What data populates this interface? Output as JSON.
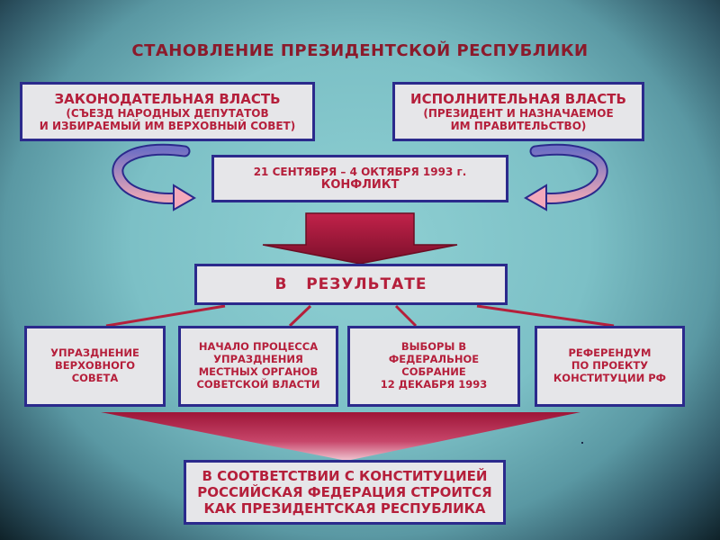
{
  "title": "СТАНОВЛЕНИЕ ПРЕЗИДЕНТСКОЙ РЕСПУБЛИКИ",
  "legislative": {
    "line1": "ЗАКОНОДАТЕЛЬНАЯ ВЛАСТЬ",
    "line2": "(СЪЕЗД НАРОДНЫХ ДЕПУТАТОВ",
    "line3": "И ИЗБИРАЕМЫЙ ИМ ВЕРХОВНЫЙ СОВЕТ)"
  },
  "executive": {
    "line1": "ИСПОЛНИТЕЛЬНАЯ ВЛАСТЬ",
    "line2": "(ПРЕЗИДЕНТ И НАЗНАЧАЕМОЕ",
    "line3": "ИМ ПРАВИТЕЛЬСТВО)"
  },
  "conflict": {
    "line1": "21 СЕНТЯБРЯ – 4 ОКТЯБРЯ 1993 г.",
    "line2": "КОНФЛИКТ"
  },
  "result": "В   РЕЗУЛЬТАТЕ",
  "outcomes": [
    {
      "lines": [
        "УПРАЗДНЕНИЕ",
        "ВЕРХОВНОГО",
        "СОВЕТА"
      ]
    },
    {
      "lines": [
        "НАЧАЛО ПРОЦЕССА",
        "УПРАЗДНЕНИЯ",
        "МЕСТНЫХ ОРГАНОВ",
        "СОВЕТСКОЙ ВЛАСТИ"
      ]
    },
    {
      "lines": [
        "ВЫБОРЫ В",
        "ФЕДЕРАЛЬНОЕ",
        "СОБРАНИЕ",
        "12 ДЕКАБРЯ 1993"
      ]
    },
    {
      "lines": [
        "РЕФЕРЕНДУМ",
        "ПО ПРОЕКТУ",
        "КОНСТИТУЦИИ РФ"
      ]
    }
  ],
  "final": {
    "line1": "В СООТВЕТСТВИИ С КОНСТИТУЦИЕЙ",
    "line2": "РОССИЙСКАЯ ФЕДЕРАЦИЯ СТРОИТСЯ",
    "line3": "КАК ПРЕЗИДЕНТСКАЯ РЕСПУБЛИКА"
  },
  "colors": {
    "accent": "#b51f3b",
    "border": "#2b2a8c",
    "box_fill": "#e6e6e9",
    "arrow": "#9e1538"
  }
}
